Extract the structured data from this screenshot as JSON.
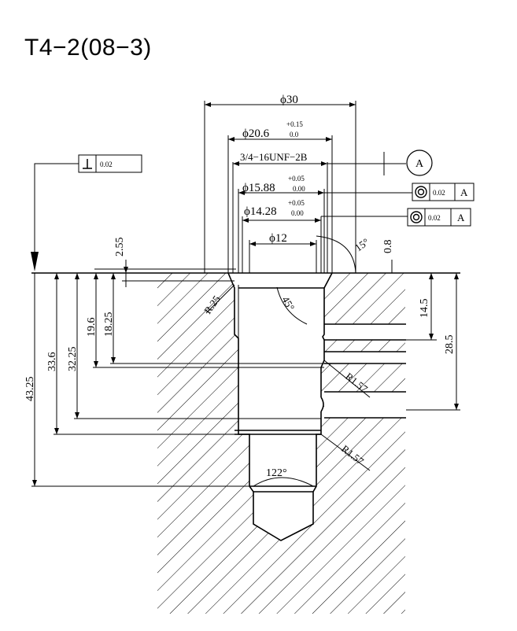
{
  "title": "T4−2(08−3)",
  "dimensions": {
    "d30": "ϕ30",
    "d20_6": "ϕ20.6",
    "d20_6_tol_upper": "+0.15",
    "d20_6_tol_lower": "0.0",
    "thread": "3/4−16UNF−2B",
    "d15_88": "ϕ15.88",
    "d15_88_tol_upper": "+0.05",
    "d15_88_tol_lower": "0.00",
    "d14_28": "ϕ14.28",
    "d14_28_tol_upper": "+0.05",
    "d14_28_tol_lower": "0.00",
    "d12": "ϕ12",
    "h2_55": "2.55",
    "h0_8": "0.8",
    "angle15": "15°",
    "angle45": "45°",
    "r_25": "R.25",
    "h14_5": "14.5",
    "h28_5": "28.5",
    "h19_6": "19.6",
    "h18_25": "18.25",
    "h32_25": "32.25",
    "h33_6": "33.6",
    "h43_25": "43.25",
    "r1_57_upper": "R1.57",
    "r1_57_lower": "R1.57",
    "angle122": "122°"
  },
  "tolerance_frames": {
    "perpendicularity": {
      "symbol": "perpendicularity-icon",
      "value": "0.02"
    },
    "concentricity_1": {
      "symbol": "concentricity-icon",
      "value": "0.02",
      "datum": "A"
    },
    "concentricity_2": {
      "symbol": "concentricity-icon",
      "value": "0.02",
      "datum": "A"
    }
  },
  "datum_label": "A"
}
